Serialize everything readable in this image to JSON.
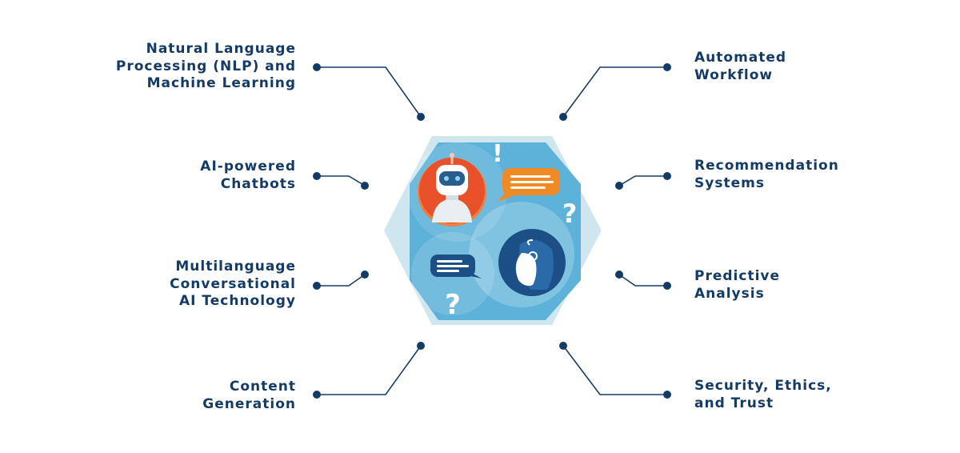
{
  "features": {
    "left": [
      {
        "id": "nlp",
        "lines": [
          "Natural Language",
          "Processing (NLP) and",
          "Machine Learning"
        ]
      },
      {
        "id": "chatbots",
        "lines": [
          "AI-powered",
          "Chatbots"
        ]
      },
      {
        "id": "multilanguage",
        "lines": [
          "Multilanguage",
          "Conversational",
          "AI Technology"
        ]
      },
      {
        "id": "content",
        "lines": [
          "Content",
          "Generation"
        ]
      }
    ],
    "right": [
      {
        "id": "automated",
        "lines": [
          "Automated",
          "Workflow"
        ]
      },
      {
        "id": "recommendation",
        "lines": [
          "Recommendation",
          "Systems"
        ]
      },
      {
        "id": "predictive",
        "lines": [
          "Predictive",
          "Analysis"
        ]
      },
      {
        "id": "security",
        "lines": [
          "Security, Ethics,",
          "and Trust"
        ]
      }
    ]
  },
  "illustration": {
    "icons": [
      "robot-icon",
      "chat-bubble-icon",
      "customer-support-agent-icon",
      "question-mark-icon",
      "exclamation-mark-icon"
    ],
    "symbols": {
      "exclamation": "!",
      "question": "?"
    }
  },
  "colors": {
    "text": "#143b66",
    "connector": "#143b66",
    "hexagon_outer": "#cfe6ee",
    "hexagon_inner": "#5db2d9",
    "robot_circle": "#e8512a",
    "chat_bubble_orange": "#f08a24",
    "agent_circle": "#1d4f87"
  }
}
